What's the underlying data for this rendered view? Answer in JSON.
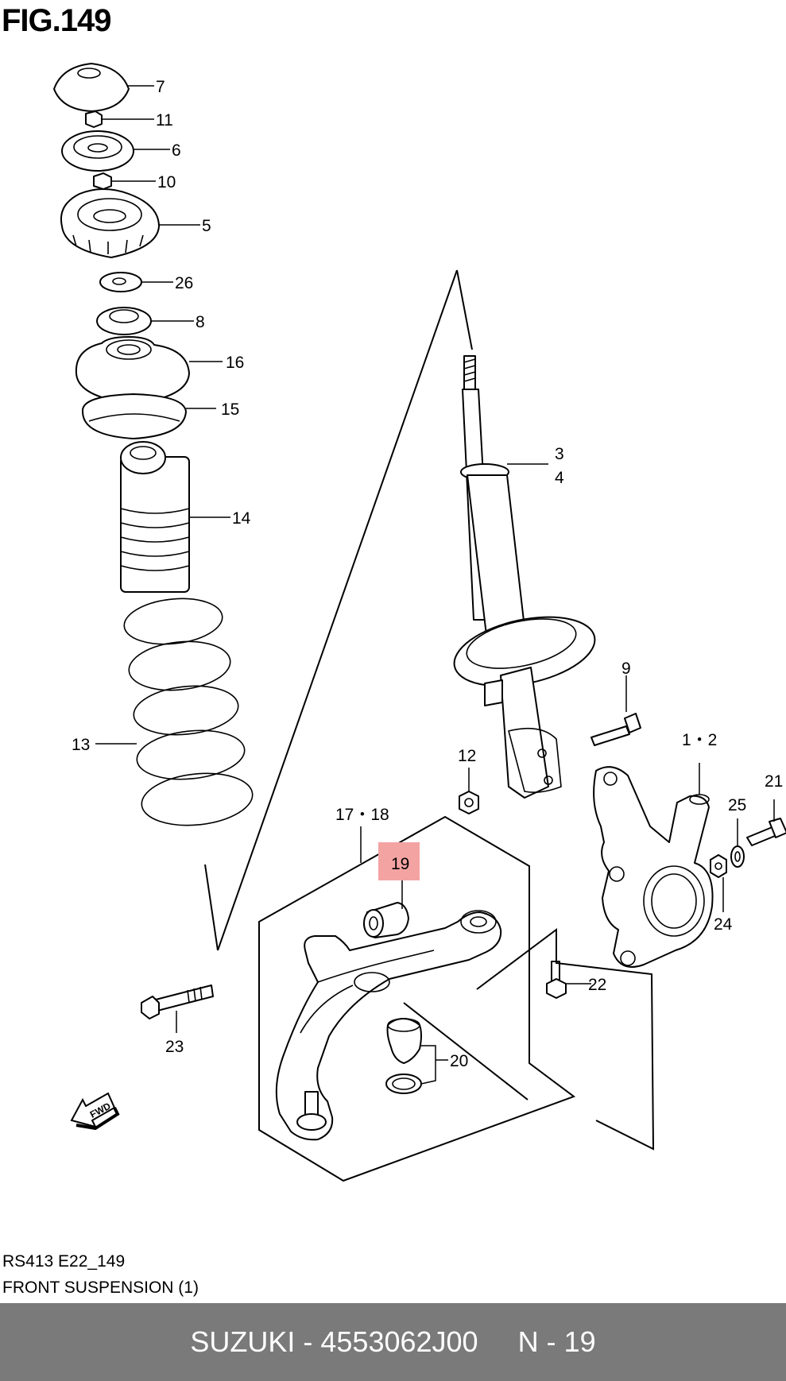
{
  "figure": {
    "title": "FIG.149"
  },
  "parts": [
    {
      "id": "p7",
      "label": "7"
    },
    {
      "id": "p11",
      "label": "11"
    },
    {
      "id": "p6",
      "label": "6"
    },
    {
      "id": "p10",
      "label": "10"
    },
    {
      "id": "p5",
      "label": "5"
    },
    {
      "id": "p26",
      "label": "26"
    },
    {
      "id": "p8",
      "label": "8"
    },
    {
      "id": "p16",
      "label": "16"
    },
    {
      "id": "p15",
      "label": "15"
    },
    {
      "id": "p14",
      "label": "14"
    },
    {
      "id": "p13",
      "label": "13"
    },
    {
      "id": "p3",
      "label": "3"
    },
    {
      "id": "p4",
      "label": "4"
    },
    {
      "id": "p9",
      "label": "9"
    },
    {
      "id": "p12",
      "label": "12"
    },
    {
      "id": "p1-2",
      "label": "1・2"
    },
    {
      "id": "p21",
      "label": "21"
    },
    {
      "id": "p25",
      "label": "25"
    },
    {
      "id": "p24",
      "label": "24"
    },
    {
      "id": "p17-18",
      "label": "17・18"
    },
    {
      "id": "p19",
      "label": "19",
      "highlighted": true
    },
    {
      "id": "p22",
      "label": "22"
    },
    {
      "id": "p20",
      "label": "20"
    },
    {
      "id": "p23",
      "label": "23"
    }
  ],
  "fwd_label": "FWD",
  "caption": {
    "code": "RS413 E22_149",
    "name": "FRONT SUSPENSION (1)"
  },
  "footer": {
    "brand_part": "SUZUKI - 4553062J00",
    "page": "N - 19"
  },
  "colors": {
    "highlight": "#f4a3a3",
    "footer_bg": "#7a7a7a",
    "footer_text": "#ffffff"
  }
}
